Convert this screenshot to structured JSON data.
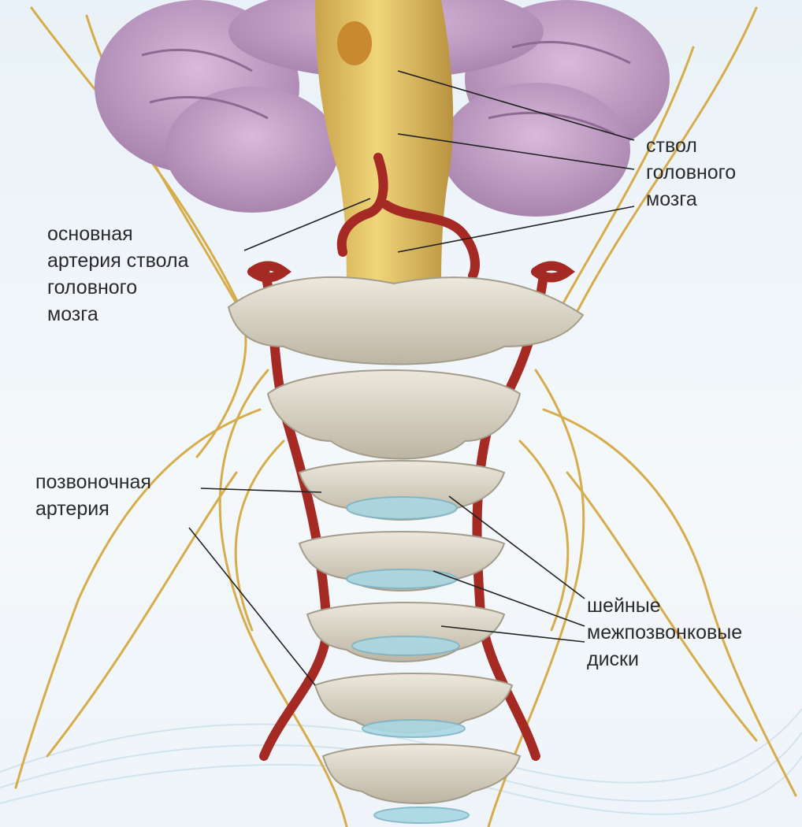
{
  "labels": {
    "brainstem": "ствол\nголовного\nмозга",
    "basilar_artery": "основная\nартерия ствола\nголовного\nмозга",
    "vertebral_artery": "позвоночная\nартерия",
    "cervical_discs": "шейные\nмежпозвонковые\nдиски"
  },
  "colors": {
    "brain": "#c9a3cf",
    "brainstem": "#e8c96a",
    "artery": "#a52a24",
    "bone": "#dcd6c8",
    "disc": "#a9d7e3",
    "nerve": "#d6ad4a",
    "leader": "#222222"
  }
}
